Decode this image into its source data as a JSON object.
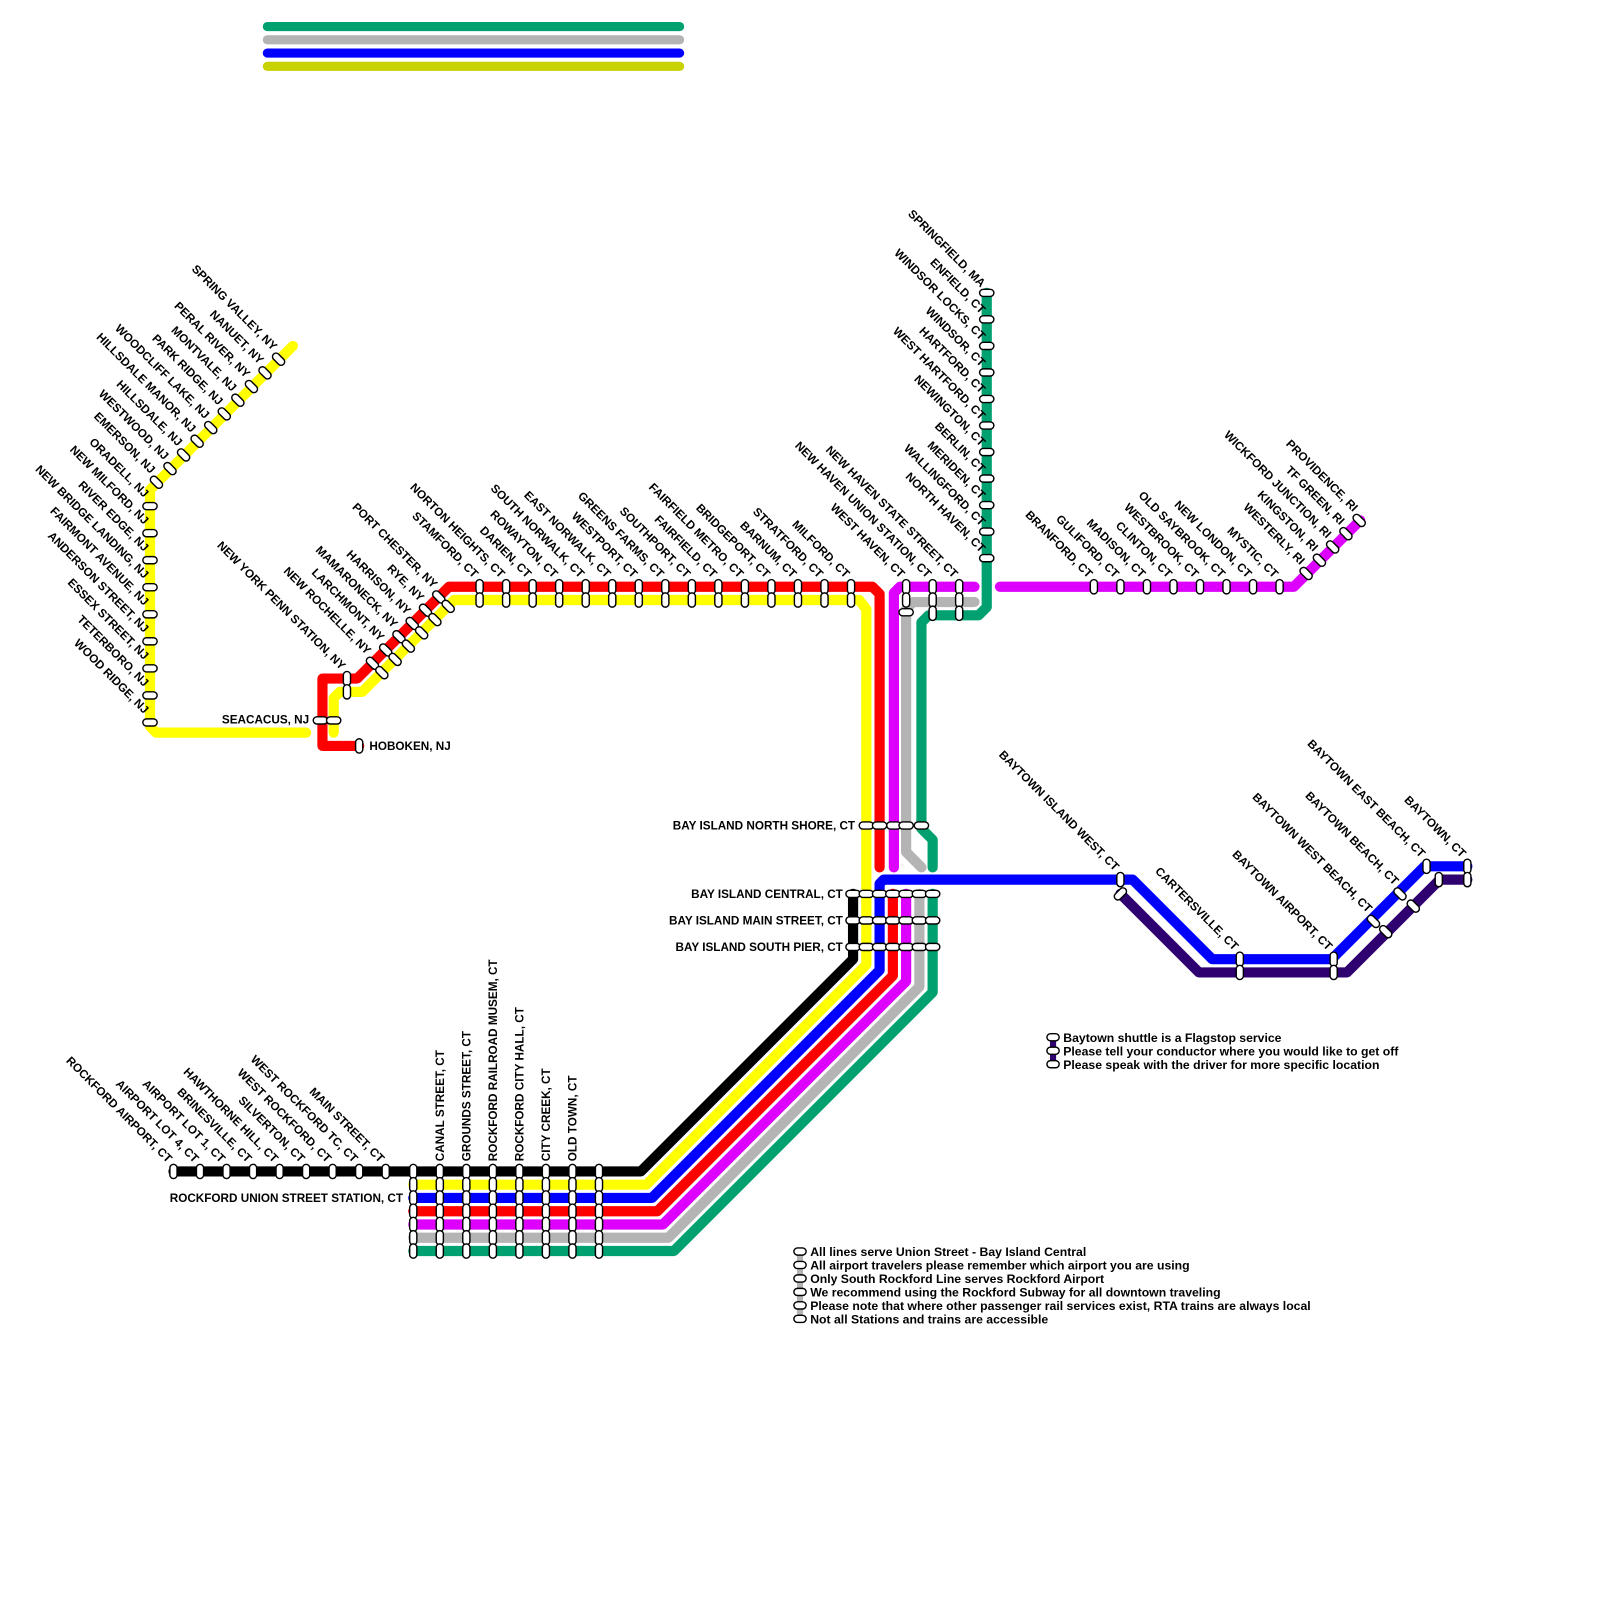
{
  "colors": {
    "black": "#000000",
    "yellow": "#ffff00",
    "blue": "#0000ff",
    "red": "#ff0000",
    "magenta": "#dd00ff",
    "gray": "#b4b4b4",
    "green": "#00a070",
    "purple": "#2e0070"
  },
  "legend_line_colors": [
    "#00a070",
    "#b4b4b4",
    "#0000ff",
    "#c8d200"
  ],
  "lines": {
    "pascack": [
      "SPRING VALLEY, NY",
      "NANUET, NY",
      "PERAL RIVER, NY",
      "MONTVALE, NJ",
      "PARK RIDGE, NJ",
      "WOODCLIFF LAKE, NJ",
      "HILLSDALE MANOR, NJ",
      "HILLSDALE, NJ",
      "WESTWOOD, NJ",
      "EMERSON, NJ",
      "ORADELL, NJ",
      "NEW MILFORD, NJ",
      "RIVER EDGE, NJ",
      "NEW BRIDGE LANDING, NJ",
      "FAIRMONT AVENUE, NJ",
      "ANDERSON STREET, NJ",
      "ESSEX STREET, NJ",
      "TETERBORO, NJ",
      "WOOD RIDGE, NJ"
    ],
    "seacacus": "SEACACUS, NJ",
    "hoboken": "HOBOKEN, NJ",
    "ne_diag": [
      "NEW YORK PENN STATION, NY",
      "NEW ROCHELLE, NY",
      "LARCHMONT, NY",
      "MAMARONECK, NY",
      "HARRISON, NY",
      "RYE, NY",
      "PORT CHESTER, NY"
    ],
    "ne_main": [
      "STAMFORD, CT",
      "NORTON HEIGHTS, CT",
      "DARIEN, CT",
      "ROWAYTON, CT",
      "SOUTH NORWALK, CT",
      "EAST NORWALK, CT",
      "WESTPORT, CT",
      "GREENS FARMS, CT",
      "SOUTHPORT, CT",
      "FAIRFIELD, CT",
      "FAIRFIELD METRO, CT",
      "BRIDGEPORT, CT",
      "BARNUM, CT",
      "STRATFORD, CT",
      "MILFORD, CT"
    ],
    "new_haven": [
      "WEST HAVEN, CT",
      "NEW HAVEN UNION STATION, CT",
      "NEW HAVEN STATE STREET, CT"
    ],
    "hartford": [
      "SPRINGFIELD, MA",
      "ENFIELD, CT",
      "WINDSOR LOCKS, CT",
      "WINDSOR, CT",
      "HARTFORD, CT",
      "WEST HARTFORD, CT",
      "NEWINGTON, CT",
      "BERLIN, CT",
      "MERIDEN, CT",
      "WALLINGFORD, CT",
      "NORTH HAVEN, CT"
    ],
    "shore": [
      "BRANFORD, CT",
      "GULIFORD, CT",
      "MADISON, CT",
      "CLINTON, CT",
      "WESTBROOK, CT",
      "OLD SAYBROOK, CT",
      "NEW LONDON, CT",
      "MYSTIC, CT",
      "WESTERLY, RI",
      "KINGSTON, RI",
      "WICKFORD JUNCTION, RI",
      "TF GREEN, RI",
      "PROVIDENCE, RI"
    ],
    "bay_island": [
      "BAY ISLAND NORTH SHORE, CT",
      "BAY ISLAND CENTRAL, CT",
      "BAY ISLAND MAIN STREET, CT",
      "BAY ISLAND SOUTH PIER, CT"
    ],
    "baytown": [
      "BAYTOWN ISLAND WEST, CT",
      "CARTERSVILLE, CT",
      "BAYTOWN AIRPORT, CT",
      "BAYTOWN WEST BEACH, CT",
      "BAYTOWN BEACH, CT",
      "BAYTOWN EAST BEACH, CT",
      "BAYTOWN, CT"
    ],
    "rockford_west": [
      "ROCKFORD AIRPORT, CT",
      "AIRPORT LOT 4, CT",
      "AIRPORT LOT 1, CT",
      "BRINESVILLE, CT",
      "HAWTHORNE HILL, CT",
      "SILVERTON, CT",
      "WEST ROCKFORD, CT",
      "WEST ROCKFORD TC, CT",
      "MAIN STREET, CT"
    ],
    "rockford_union": "ROCKFORD UNION STREET STATION, CT",
    "rockford_downtown": [
      "CANAL STREET, CT",
      "GROUNDS STREET, CT",
      "ROCKFORD RAILROAD MUSEM, CT",
      "ROCKFORD CITY HALL, CT",
      "CITY CREEK, CT",
      "OLD TOWN, CT"
    ]
  },
  "notes_baytown": [
    "Baytown shuttle is a Flagstop service",
    "Please tell your conductor where you would like to get off",
    "Please speak with the driver for more specific location"
  ],
  "notes_general": [
    "All lines serve Union Street - Bay Island Central",
    "All airport travelers please remember which airport you are using",
    "Only South Rockford Line serves Rockford Airport",
    "We recommend using the Rockford Subway for all downtown traveling",
    "Please note that where other passenger rail services exist, RTA trains are always local",
    "Not all Stations and trains are accessible"
  ]
}
